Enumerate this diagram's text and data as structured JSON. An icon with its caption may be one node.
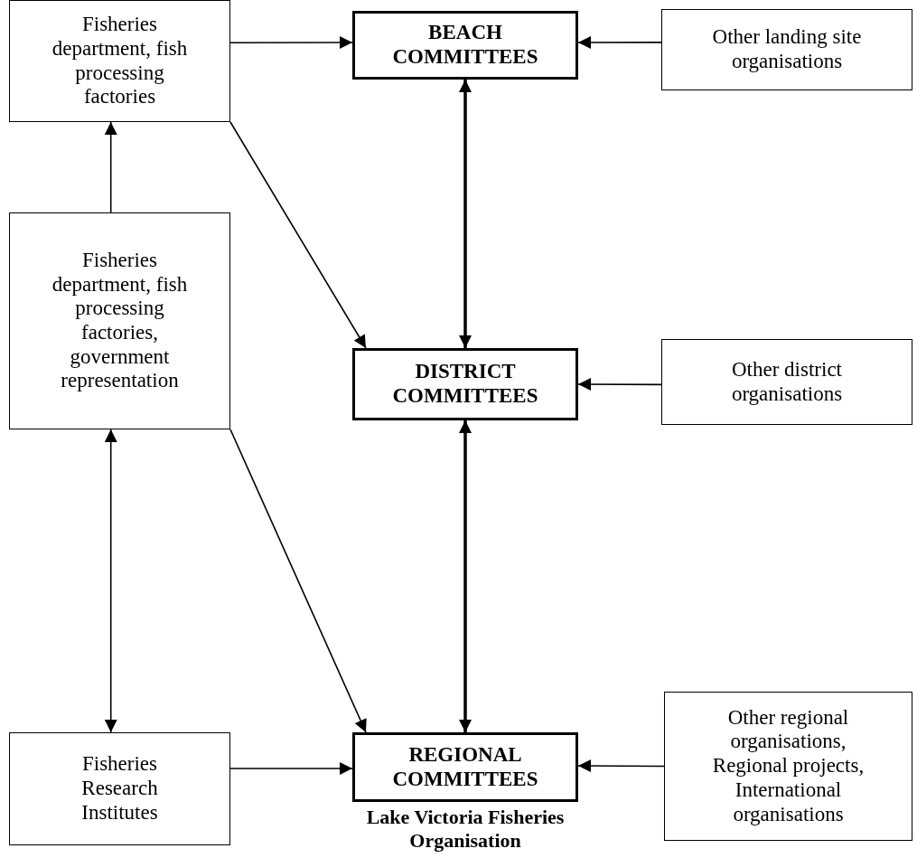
{
  "diagram": {
    "nodes": [
      {
        "text": [
          "Fisheries department, fish processing factories"
        ]
      },
      {
        "text": [
          "BEACH COMMITTEES"
        ]
      },
      {
        "text": [
          "Other landing site organisations"
        ]
      },
      {
        "text": [
          "Fisheries department, fish processing factories, government representation"
        ]
      },
      {
        "text": [
          "DISTRICT COMMITTEES"
        ]
      },
      {
        "text": [
          "Other district organisations"
        ]
      },
      {
        "text": [
          "Fisheries Research Institutes"
        ]
      },
      {
        "text": [
          "REGIONAL COMMITTEES"
        ],
        "beside": [
          "Lake Victoria Fisheries Organisation"
        ]
      },
      {
        "text": [
          "Other regional organisations, Regional projects, International organisations"
        ]
      }
    ],
    "edges": [
      {
        "from": 0,
        "to": 1,
        "arrow": "to"
      },
      {
        "from": 2,
        "to": 1,
        "arrow": "to"
      },
      {
        "from": 1,
        "to": 4,
        "arrow": "both",
        "style": "thick"
      },
      {
        "from": 0,
        "to": 4,
        "arrow": "to"
      },
      {
        "from": 3,
        "to": 0,
        "arrow": "to"
      },
      {
        "from": 5,
        "to": 4,
        "arrow": "to"
      },
      {
        "from": 4,
        "to": 7,
        "arrow": "both",
        "style": "thick"
      },
      {
        "from": 3,
        "to": 6,
        "arrow": "both"
      },
      {
        "from": 3,
        "to": 7,
        "arrow": "to"
      },
      {
        "from": 6,
        "to": 7,
        "arrow": "to"
      },
      {
        "from": 8,
        "to": 7,
        "arrow": "to"
      }
    ]
  }
}
